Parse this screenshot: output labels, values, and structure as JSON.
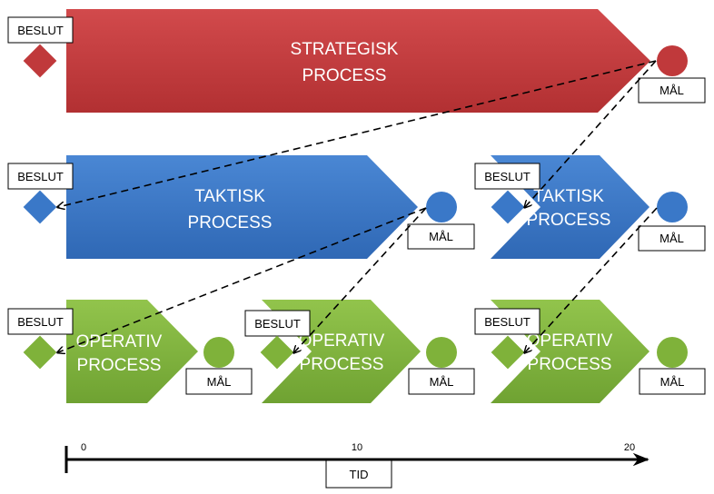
{
  "labels": {
    "decision": "BESLUT",
    "goal": "MÅL",
    "strategic": [
      "STRATEGISK",
      "PROCESS"
    ],
    "tactical": [
      "TAKTISK",
      "PROCESS"
    ],
    "operative": [
      "OPERATIV",
      "PROCESS"
    ],
    "time": "TID"
  },
  "ticks": [
    "0",
    "10",
    "20"
  ],
  "colors": {
    "strategic": "#c0393b",
    "tactical": "#3a78c8",
    "operative": "#7fb23a",
    "line": "#000000"
  }
}
